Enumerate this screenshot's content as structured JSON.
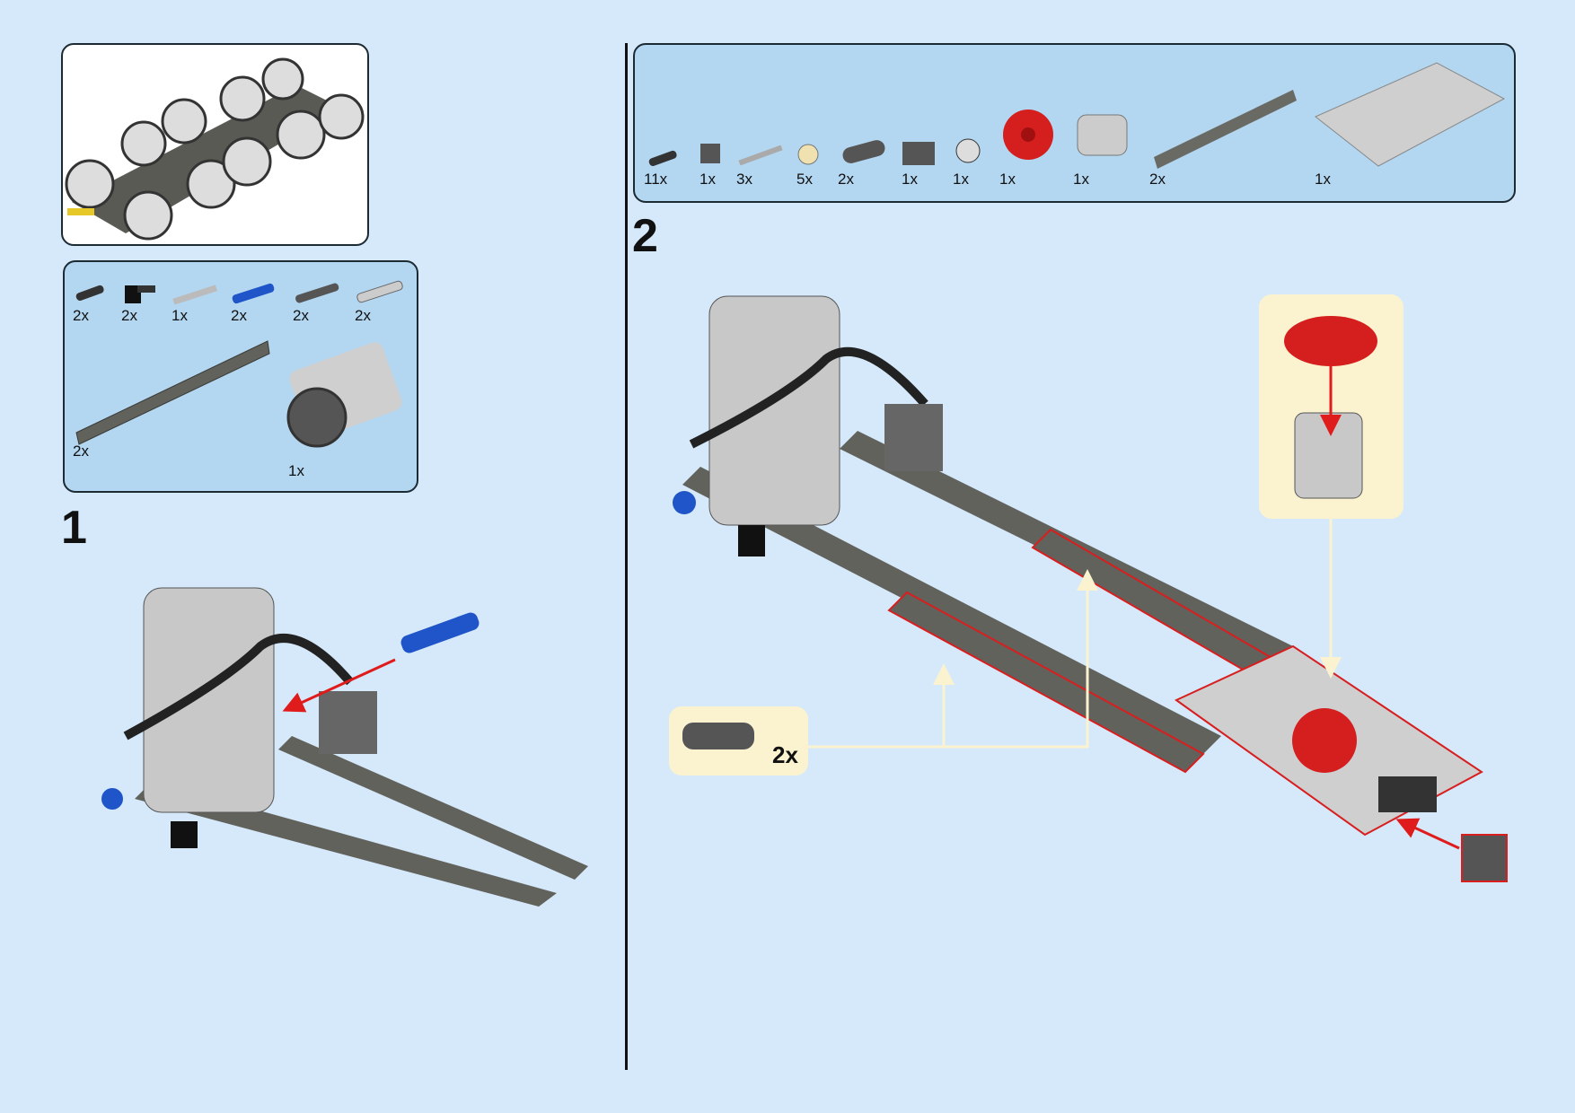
{
  "step1": {
    "number": "1",
    "parts": [
      {
        "name": "connector-pin-black",
        "count": "2x"
      },
      {
        "name": "bushing-black",
        "count": "2x"
      },
      {
        "name": "axle-grey",
        "count": "1x"
      },
      {
        "name": "pin-long-blue",
        "count": "2x"
      },
      {
        "name": "axle-pin-dark",
        "count": "2x"
      },
      {
        "name": "pin-light-grey",
        "count": "2x"
      },
      {
        "name": "beam-15",
        "count": "2x"
      },
      {
        "name": "motor",
        "count": "1x"
      }
    ]
  },
  "step2": {
    "number": "2",
    "parts": [
      {
        "name": "connector-pin-black",
        "count": "11x"
      },
      {
        "name": "brick-1x1-hole",
        "count": "1x"
      },
      {
        "name": "axle-3",
        "count": "3x"
      },
      {
        "name": "bevel-gear-tan",
        "count": "5x"
      },
      {
        "name": "pin-connector-perpendicular",
        "count": "2x"
      },
      {
        "name": "brick-1x2-holes",
        "count": "1x"
      },
      {
        "name": "gear-12",
        "count": "1x"
      },
      {
        "name": "gear-24-red",
        "count": "1x"
      },
      {
        "name": "differential-housing",
        "count": "1x"
      },
      {
        "name": "beam-9",
        "count": "2x"
      },
      {
        "name": "frame",
        "count": "1x"
      }
    ],
    "callout_count": "2x"
  },
  "colors": {
    "background": "#d5e9fa",
    "parts_box": "#b3d6f1",
    "callout": "#fbf3cf",
    "arrow": "#e01b1b",
    "highlight": "#d81e1e"
  }
}
